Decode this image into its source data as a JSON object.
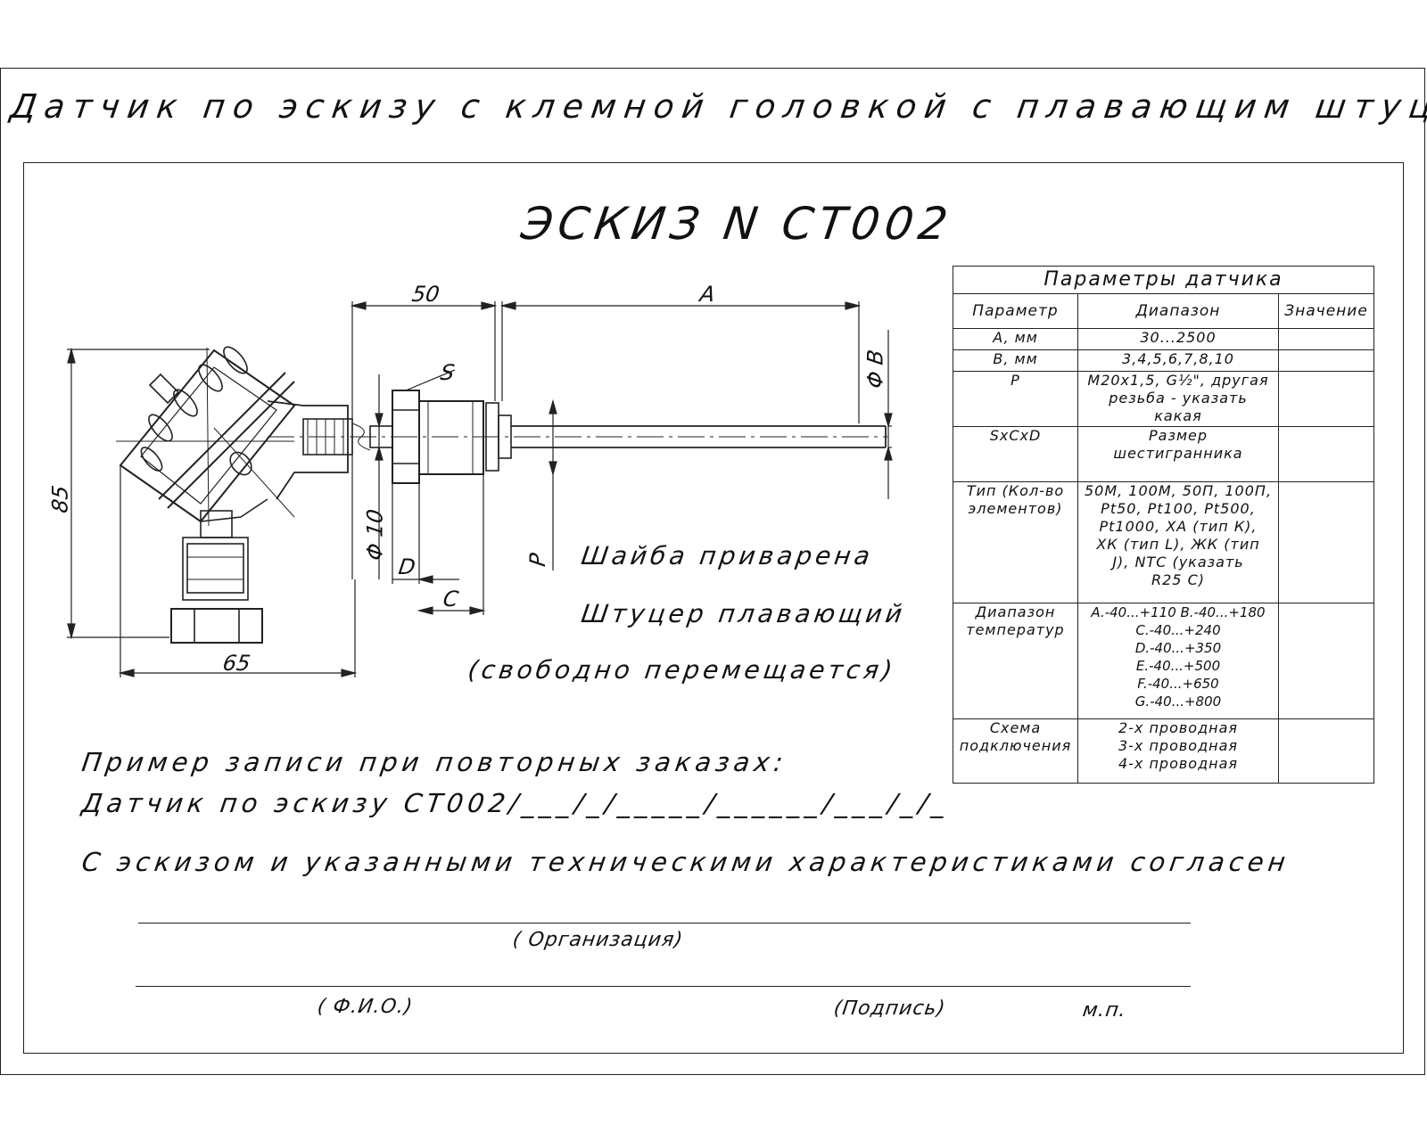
{
  "heading": "Датчик по эскизу с клемной головкой с плавающим штуцером",
  "sketch_title": "ЭСКИЗ N CT002",
  "dimensions": {
    "d50": "50",
    "dA": "A",
    "dB": "Φ B",
    "d85": "85",
    "d65": "65",
    "dS": "S",
    "d10": "Φ 10",
    "dD": "D",
    "dC": "C",
    "dP": "P"
  },
  "notes": {
    "washer": "Шайба приварена",
    "fitting": "Штуцер плавающий",
    "moves": "(свободно перемещается)"
  },
  "order": {
    "example_title": "Пример записи при повторных заказах:",
    "example_code": "Датчик по эскизу СТ002/___/_/_____/______/___/_/_",
    "agreement": "С эскизом  и указанными техническими характеристиками согласен"
  },
  "signature": {
    "organization": "( Организация)",
    "fio": "( Ф.И.О.)",
    "signature": "(Подпись)",
    "stamp": "м.п."
  },
  "params_table": {
    "caption": "Параметры датчика",
    "headers": [
      "Параметр",
      "Диапазон",
      "Значение"
    ],
    "rows": [
      {
        "param": [
          "A, мм"
        ],
        "range": [
          "30...2500"
        ],
        "value": ""
      },
      {
        "param": [
          "B, мм"
        ],
        "range": [
          "3,4,5,6,7,8,10"
        ],
        "value": ""
      },
      {
        "param": [
          "P"
        ],
        "range": [
          "M20x1,5, G½\", другая",
          "резьба - указать",
          "какая"
        ],
        "value": ""
      },
      {
        "param": [
          "SxCxD"
        ],
        "range": [
          "Размер",
          "шестигранника"
        ],
        "value": ""
      },
      {
        "param": [
          "Тип (Кол-во",
          "элементов)"
        ],
        "range": [
          "50М, 100М, 50П, 100П,",
          "Pt50, Pt100, Pt500,",
          "Pt1000, ХА (тип К),",
          "ХК (тип L), ЖК (тип",
          "J), NTC (указать",
          "R25 С)"
        ],
        "value": ""
      },
      {
        "param": [
          "Диапазон",
          "температур"
        ],
        "range": [
          "A.-40...+110  B.-40...+180",
          "C.-40...+240",
          "D.-40...+350",
          "E.-40...+500",
          "F.-40...+650",
          "G.-40...+800"
        ],
        "value": ""
      },
      {
        "param": [
          "Схема",
          "подключения"
        ],
        "range": [
          "2-х проводная",
          "3-х проводная",
          "4-х проводная"
        ],
        "value": ""
      }
    ]
  }
}
